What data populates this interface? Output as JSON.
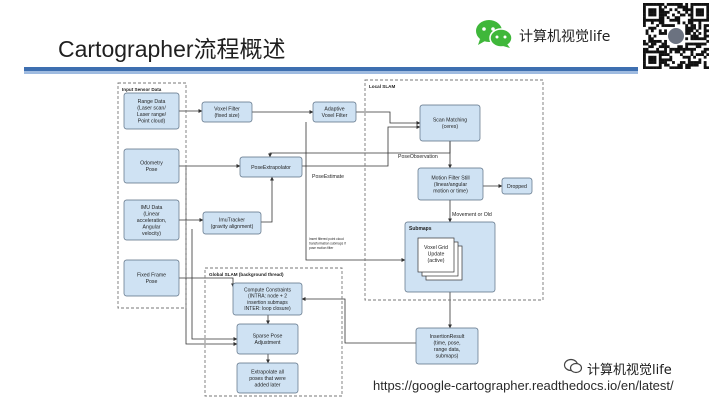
{
  "header": {
    "title": "Cartographer流程概述",
    "brand_name": "计算机视觉life"
  },
  "diagram": {
    "groups": {
      "input_sensor": "Input Sensor Data",
      "local_slam": "Local SLAM",
      "global_slam": "Global SLAM (background thread)"
    },
    "nodes": {
      "range_data": [
        "Range Data",
        "(Laser scan/",
        "Laser range/",
        "Point cloud)"
      ],
      "odometry_pose": [
        "Odometry",
        "Pose"
      ],
      "imu_data": [
        "IMU Data",
        "(Linear",
        "acceleration,",
        "Angular",
        "velocity)"
      ],
      "fixed_frame_pose": [
        "Fixed Frame",
        "Pose"
      ],
      "voxel_filter": [
        "Voxel Filter",
        "(fixed size)"
      ],
      "adaptive_voxel_filter": [
        "Adaptive",
        "Voxel Filter"
      ],
      "pose_extrapolator": [
        "PoseExtrapolator"
      ],
      "imu_tracker": [
        "ImuTracker",
        "(gravity alignment)"
      ],
      "scan_matching": [
        "Scan Matching",
        "(ceres)"
      ],
      "motion_filter": [
        "Motion Filter Still",
        "(linear/angular",
        "motion or time)"
      ],
      "dropped": [
        "Dropped"
      ],
      "submaps_title": [
        "Submaps"
      ],
      "voxel_grid_update": [
        "Voxel Grid",
        "Update",
        "(active)"
      ],
      "insertion_result": [
        "InsertionResult",
        "(time, pose,",
        "range data,",
        "submaps)"
      ],
      "compute_constraints": [
        "Compute Constraints",
        "(INTRA: node + 2",
        "insertion submaps",
        "INTER: loop closure)"
      ],
      "sparse_pose_adjustment": [
        "Sparse Pose",
        "Adjustment"
      ],
      "extrapolate_poses": [
        "Extrapolate all",
        "poses that were",
        "added later"
      ]
    },
    "edge_labels": {
      "pose_observation": "PoseObservation",
      "pose_estimate": "PoseEstimate",
      "movement_or_old": "Movement or Old",
      "insert_note": [
        "Insert filtered point cloud",
        "transformation submaps if",
        "pose motion filter"
      ]
    }
  },
  "footer": {
    "watermark": "计算机视觉life",
    "url": "https://google-cartographer.readthedocs.io/en/latest/"
  },
  "colors": {
    "node_fill": "#cfe2f3",
    "node_stroke": "#5a6e82",
    "title_rule": "#3e6fb0",
    "title_rule_light": "#9fbbe0",
    "wechat_green": "#3fb73a"
  },
  "icons": [
    "wechat-icon",
    "qr-code-icon"
  ]
}
